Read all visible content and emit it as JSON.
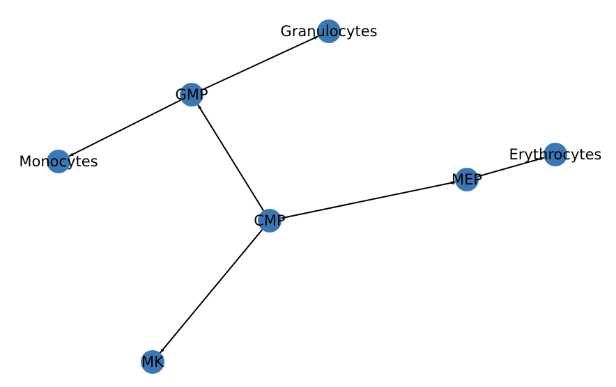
{
  "graph": {
    "nodes": [
      {
        "id": "granulocytes",
        "label": "Granulocytes"
      },
      {
        "id": "gmp",
        "label": "GMP"
      },
      {
        "id": "monocytes",
        "label": "Monocytes"
      },
      {
        "id": "erythrocytes",
        "label": "Erythrocytes"
      },
      {
        "id": "mep",
        "label": "MEP"
      },
      {
        "id": "cmp",
        "label": "CMP"
      },
      {
        "id": "mk",
        "label": "MK"
      }
    ],
    "edges": [
      {
        "from": "cmp",
        "to": "gmp"
      },
      {
        "from": "cmp",
        "to": "mep"
      },
      {
        "from": "cmp",
        "to": "mk"
      },
      {
        "from": "gmp",
        "to": "granulocytes"
      },
      {
        "from": "gmp",
        "to": "monocytes"
      },
      {
        "from": "mep",
        "to": "erythrocytes"
      }
    ],
    "style": {
      "node_color": "#3a78b5",
      "edge_color": "#000000"
    }
  }
}
